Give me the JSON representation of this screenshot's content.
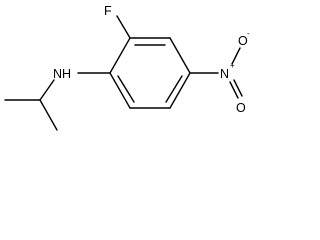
{
  "molecule": {
    "atoms": {
      "fluorine": "F",
      "amine": "NH",
      "nitro_nitrogen": "N",
      "nitro_plus": "+",
      "nitro_oxygen_top": "O",
      "nitro_oxygen_top_charge": "-",
      "nitro_oxygen_bottom": "O"
    }
  }
}
